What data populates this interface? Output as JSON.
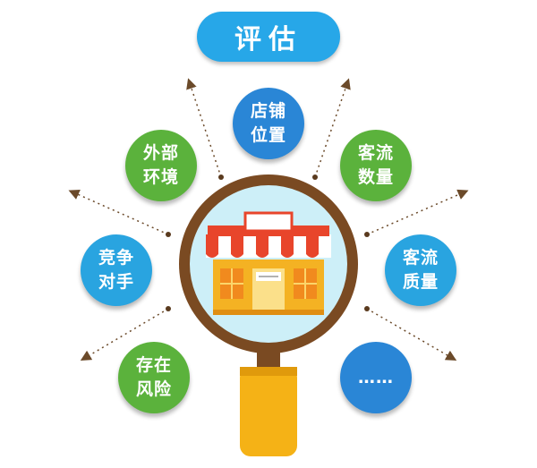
{
  "title": "评估",
  "colors": {
    "title_bg": "#27a7e8",
    "node_green": "#5bb23c",
    "node_blue": "#2a86d6",
    "node_lightblue": "#29a4e0",
    "magnifier_ring": "#7a4a22",
    "handle": "#f5b216",
    "lens": "#cdeff8"
  },
  "nodes": [
    {
      "id": "store-location",
      "label": "店铺\n位置",
      "color": "blue"
    },
    {
      "id": "external-environment",
      "label": "外部\n环境",
      "color": "green"
    },
    {
      "id": "customer-flow-quantity",
      "label": "客流\n数量",
      "color": "green"
    },
    {
      "id": "competitors",
      "label": "竞争\n对手",
      "color": "light"
    },
    {
      "id": "customer-flow-quality",
      "label": "客流\n质量",
      "color": "light"
    },
    {
      "id": "existing-risks",
      "label": "存在\n风险",
      "color": "green"
    },
    {
      "id": "more",
      "label": "……",
      "color": "blue"
    }
  ],
  "center_icon": "storefront-in-magnifier-icon"
}
